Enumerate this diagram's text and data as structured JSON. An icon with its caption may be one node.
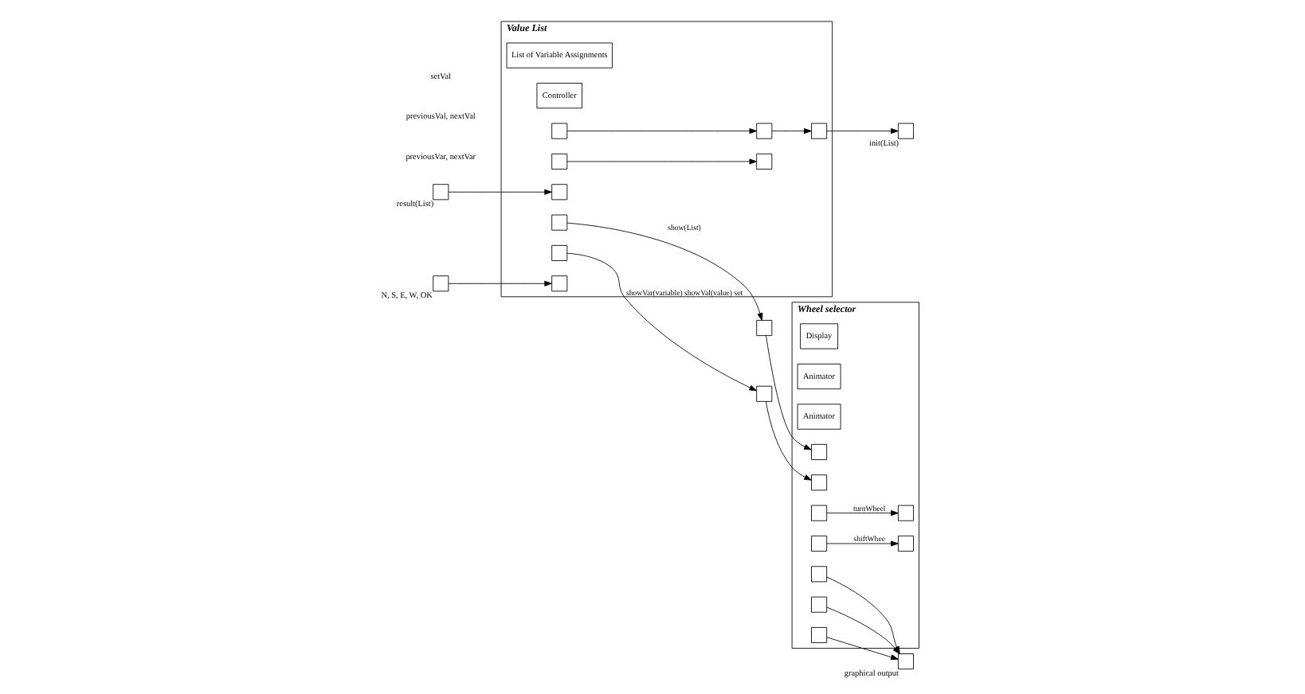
{
  "diagram": {
    "nodes": [
      {
        "text": [
          "Value List"
        ]
      },
      {
        "text": [
          "List of Variable Assignments"
        ],
        "in": 0
      },
      {
        "text": [
          "Controller"
        ],
        "in": 0
      },
      {
        "text": [],
        "shape": "box",
        "beside": [
          "init(List)"
        ]
      },
      {
        "text": [],
        "shape": "box",
        "beside": [
          "result(List)"
        ]
      },
      {
        "text": [],
        "shape": "box",
        "beside": [
          "N, S, E, W, OK"
        ]
      },
      {
        "text": [],
        "shape": "box",
        "in": 0
      },
      {
        "text": [],
        "shape": "box",
        "in": 0
      },
      {
        "text": [],
        "shape": "box",
        "in": 0
      },
      {
        "text": [],
        "shape": "box",
        "in": 0
      },
      {
        "text": [],
        "shape": "box",
        "in": 0
      },
      {
        "text": [],
        "shape": "box",
        "in": 0
      },
      {
        "text": [],
        "shape": "box",
        "in": 0
      },
      {
        "text": [],
        "shape": "box",
        "in": 0
      },
      {
        "text": [],
        "shape": "box",
        "in": 0
      },
      {
        "text": [
          "Wheel selector"
        ]
      },
      {
        "text": [
          "Display"
        ],
        "in": 15
      },
      {
        "text": [
          "Animator"
        ],
        "in": 15
      },
      {
        "text": [
          "Animator"
        ],
        "in": 15
      },
      {
        "text": [],
        "shape": "box"
      },
      {
        "text": [],
        "shape": "box"
      },
      {
        "text": [],
        "shape": "box",
        "in": 15
      },
      {
        "text": [],
        "shape": "box",
        "in": 15
      },
      {
        "text": [],
        "shape": "box",
        "in": 15
      },
      {
        "text": [],
        "shape": "box",
        "in": 15
      },
      {
        "text": [],
        "shape": "box",
        "in": 15
      },
      {
        "text": [],
        "shape": "box",
        "in": 15
      },
      {
        "text": [],
        "shape": "box",
        "in": 15
      },
      {
        "text": [],
        "shape": "box",
        "in": 15
      },
      {
        "text": [],
        "shape": "box",
        "in": 15
      },
      {
        "text": [],
        "shape": "box",
        "beside": [
          "graphical output"
        ]
      }
    ],
    "edges": [
      {
        "from": 6,
        "to": 8,
        "arrow": "to"
      },
      {
        "from": 9,
        "to": 7,
        "arrow": "to"
      },
      {
        "from": 8,
        "to": 10,
        "arrow": "to"
      },
      {
        "from": 10,
        "to": 3,
        "arrow": "to"
      },
      {
        "from": 4,
        "to": 11,
        "arrow": "to"
      },
      {
        "from": 5,
        "to": 14,
        "arrow": "to"
      },
      {
        "from": 12,
        "to": 19,
        "arrow": "to",
        "label": "show(List)"
      },
      {
        "from": 19,
        "to": 21,
        "arrow": "to"
      },
      {
        "from": 13,
        "to": 20,
        "arrow": "to",
        "label": "showVar(variable) showVal(value) set"
      },
      {
        "from": 20,
        "to": 22,
        "arrow": "to"
      },
      {
        "from": 23,
        "to": 26,
        "arrow": "to",
        "label": "turnWheel"
      },
      {
        "from": 25,
        "to": 28,
        "arrow": "to",
        "label": "shiftWhee"
      },
      {
        "from": 27,
        "to": 30,
        "arrow": "to"
      },
      {
        "from": 24,
        "to": 30,
        "arrow": "to"
      },
      {
        "from": 29,
        "to": 30,
        "arrow": "to"
      }
    ],
    "labels": [
      "previousVar, nextVar",
      "previousVal, nextVal",
      "setVal"
    ]
  }
}
